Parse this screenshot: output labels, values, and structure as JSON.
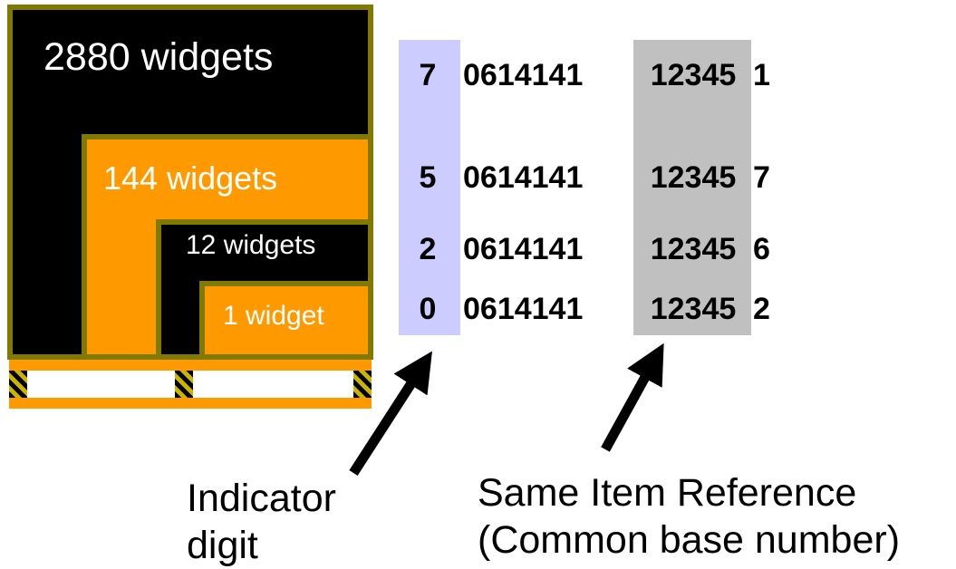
{
  "packaging_levels": [
    {
      "label": "2880 widgets"
    },
    {
      "label": "144 widgets"
    },
    {
      "label": "12 widgets"
    },
    {
      "label": "1 widget"
    }
  ],
  "gtin_rows": [
    {
      "indicator": "7",
      "company_prefix": "0614141",
      "item_reference": "12345",
      "check_digit": "1"
    },
    {
      "indicator": "5",
      "company_prefix": "0614141",
      "item_reference": "12345",
      "check_digit": "7"
    },
    {
      "indicator": "2",
      "company_prefix": "0614141",
      "item_reference": "12345",
      "check_digit": "6"
    },
    {
      "indicator": "0",
      "company_prefix": "0614141",
      "item_reference": "12345",
      "check_digit": "2"
    }
  ],
  "annotations": {
    "indicator_line1": "Indicator",
    "indicator_line2": "digit",
    "item_ref_line1": "Same Item Reference",
    "item_ref_line2": "(Common base number)"
  },
  "colors": {
    "box_border": "#807b00",
    "box_black": "#000000",
    "box_orange": "#ff9900",
    "indicator_column": "#ccccff",
    "item_reference_column": "#c0c0c0"
  }
}
